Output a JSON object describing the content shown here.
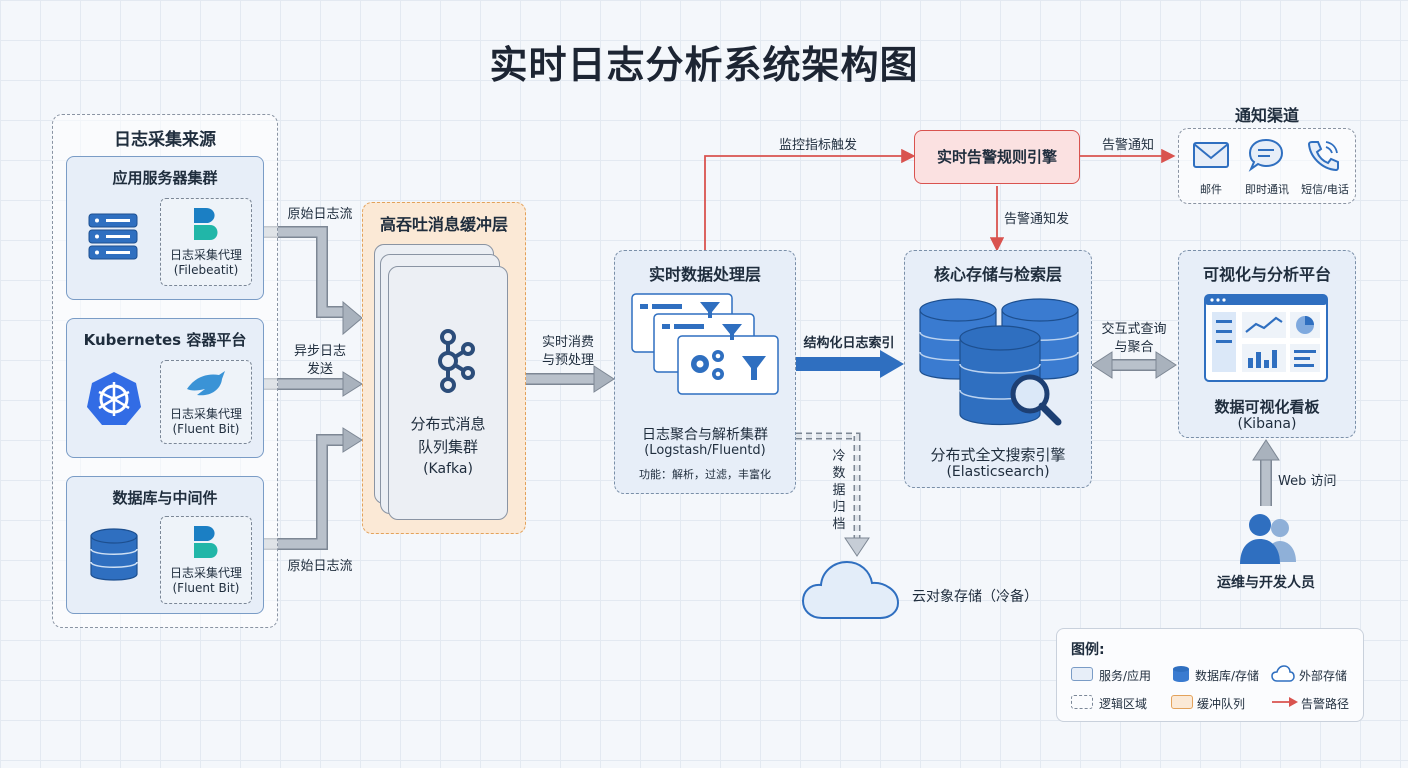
{
  "title": "实时日志分析系统架构图",
  "sources": {
    "title": "日志采集来源",
    "app": {
      "title": "应用服务器集群",
      "agent_l1": "日志采集代理",
      "agent_l2": "(Filebeatit)"
    },
    "k8s": {
      "title": "Kubernetes 容器平台",
      "agent_l1": "日志采集代理",
      "agent_l2": "(Fluent Bit)"
    },
    "db": {
      "title": "数据库与中间件",
      "agent_l1": "日志采集代理",
      "agent_l2": "(Fluent Bit)"
    }
  },
  "flows": {
    "raw1": "原始日志流",
    "async_l1": "异步日志",
    "async_l2": "发送",
    "raw2": "原始日志流",
    "consume_l1": "实时消费",
    "consume_l2": "与预处理",
    "structured": "结构化日志索引",
    "metric": "监控指标触发",
    "alert_notify": "告警通知",
    "alert_trigger": "告警通知发",
    "archive": "冷数据归档",
    "interactive_l1": "交互式查询",
    "interactive_l2": "与聚合",
    "web": "Web 访问"
  },
  "buffer": {
    "title": "高吞吐消息缓冲层",
    "l1": "分布式消息",
    "l2": "队列集群",
    "l3": "(Kafka)"
  },
  "processing": {
    "title": "实时数据处理层",
    "l1": "日志聚合与解析集群",
    "l2": "(Logstash/Fluentd)",
    "l3": "功能：解析，过滤，丰富化"
  },
  "alert": {
    "title": "实时告警规则引擎"
  },
  "notify": {
    "title": "通知渠道",
    "items": [
      "邮件",
      "即时通讯",
      "短信/电话"
    ]
  },
  "storage": {
    "title": "核心存储与检索层",
    "l1": "分布式全文搜索引擎",
    "l2": "(Elasticsearch)"
  },
  "cloud": {
    "label": "云对象存储（冷备）"
  },
  "viz": {
    "title": "可视化与分析平台",
    "l1": "数据可视化看板",
    "l2": "(Kibana)"
  },
  "users": {
    "label": "运维与开发人员"
  },
  "legend": {
    "title": "图例:",
    "items": [
      "服务/应用",
      "数据库/存储",
      "外部存储",
      "逻辑区域",
      "缓冲队列",
      "告警路径"
    ]
  },
  "colors": {
    "primary": "#2f6fc0",
    "alert": "#d9534f",
    "buffer": "#e3a25b",
    "gray_arrow": "#9aa4b1"
  }
}
